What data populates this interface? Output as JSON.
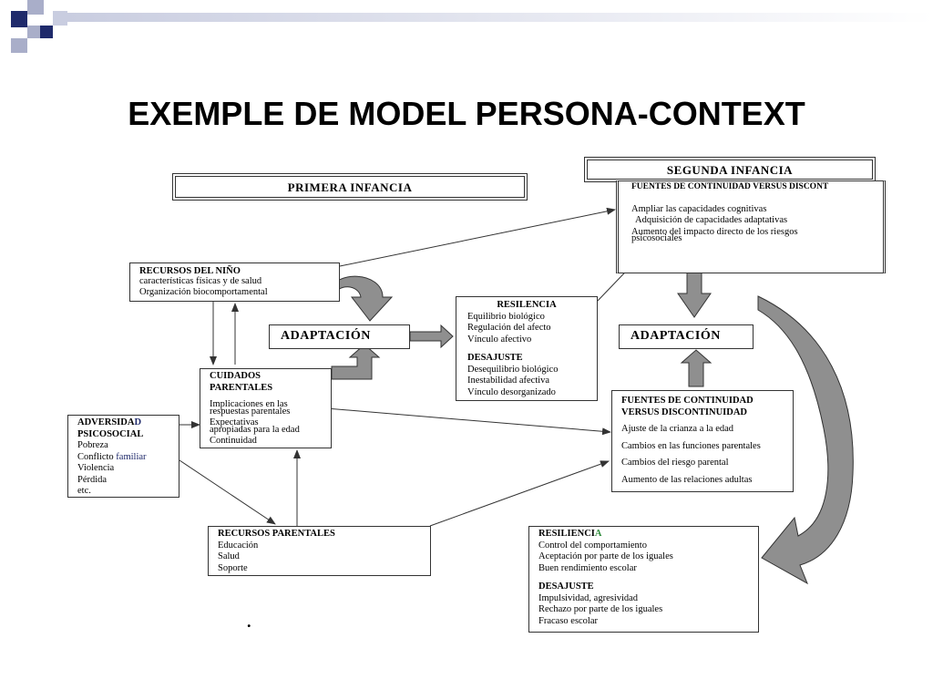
{
  "title": "EXEMPLE DE MODEL PERSONA-CONTEXT",
  "colors": {
    "accent": "#1f2a6b",
    "gray": "#8f8f8f",
    "light": "#a9aec9"
  },
  "primera_infancia": "PRIMERA INFANCIA",
  "segunda_infancia": {
    "header": "SEGUNDA INFANCIA",
    "sub": "FUENTES DE CONTINUIDAD VERSUS DISCONT",
    "l1": "Ampliar las capacidades cognitivas",
    "l2": "Adquisición de capacidades adaptativas",
    "l3": "Aumento del impacto directo de los riesgos",
    "l4": "psicosociales"
  },
  "recursos_nino": {
    "header": "RECURSOS DEL NIÑO",
    "l1": "características físicas y de salud",
    "l2": "Organización biocomportamental"
  },
  "adaptacion_1": "ADAPTACIÓN",
  "adaptacion_2": "ADAPTACIÓN",
  "resilencia_1": {
    "header": "RESILENCIA",
    "items": [
      "Equilibrio biológico",
      "Regulación del afecto",
      "Vínculo afectivo"
    ],
    "desajuste": "DESAJUSTE",
    "d_items": [
      "Desequilibrio biológico",
      "Inestabilidad afectiva",
      "Vínculo desorganizado"
    ]
  },
  "cuidados": {
    "h1": "CUIDADOS",
    "h2": "PARENTALES",
    "l1": "Implicaciones en las",
    "l2": "respuestas parentales",
    "l3": "Expectativas",
    "l4": "apropiadas para la edad",
    "l5": "Continuidad"
  },
  "adversidad": {
    "h1a": "ADVERSIDA",
    "h1b": "D",
    "h2": "PSICOSOCIAL",
    "i1": "Pobreza",
    "i2a": "Conflicto ",
    "i2b": "familiar",
    "i3": "Violencia",
    "i4": "Pérdida",
    "i5": "etc."
  },
  "fuentes": {
    "h1": "FUENTES DE CONTINUIDAD",
    "h2": "VERSUS DISCONTINUIDAD",
    "i1": "Ajuste de la crianza a la edad",
    "i2": "Cambios en las funciones parentales",
    "i3": "Cambios del riesgo parental",
    "i4": "Aumento de las relaciones adultas"
  },
  "recursos_parentales": {
    "header": "RECURSOS PARENTALES",
    "i1": "Educación",
    "i2": "Salud",
    "i3": "Soporte"
  },
  "resiliencia_2": {
    "ha": "RESILIENCI",
    "hb": "A",
    "i1": "Control del comportamiento",
    "i2": "Aceptación por parte de los iguales",
    "i3": "Buen rendimiento escolar",
    "desajuste": "DESAJUSTE",
    "d1": "Impulsividad, agresividad",
    "d2": "Rechazo por parte de los iguales",
    "d3": "Fracaso escolar"
  },
  "dot": "."
}
